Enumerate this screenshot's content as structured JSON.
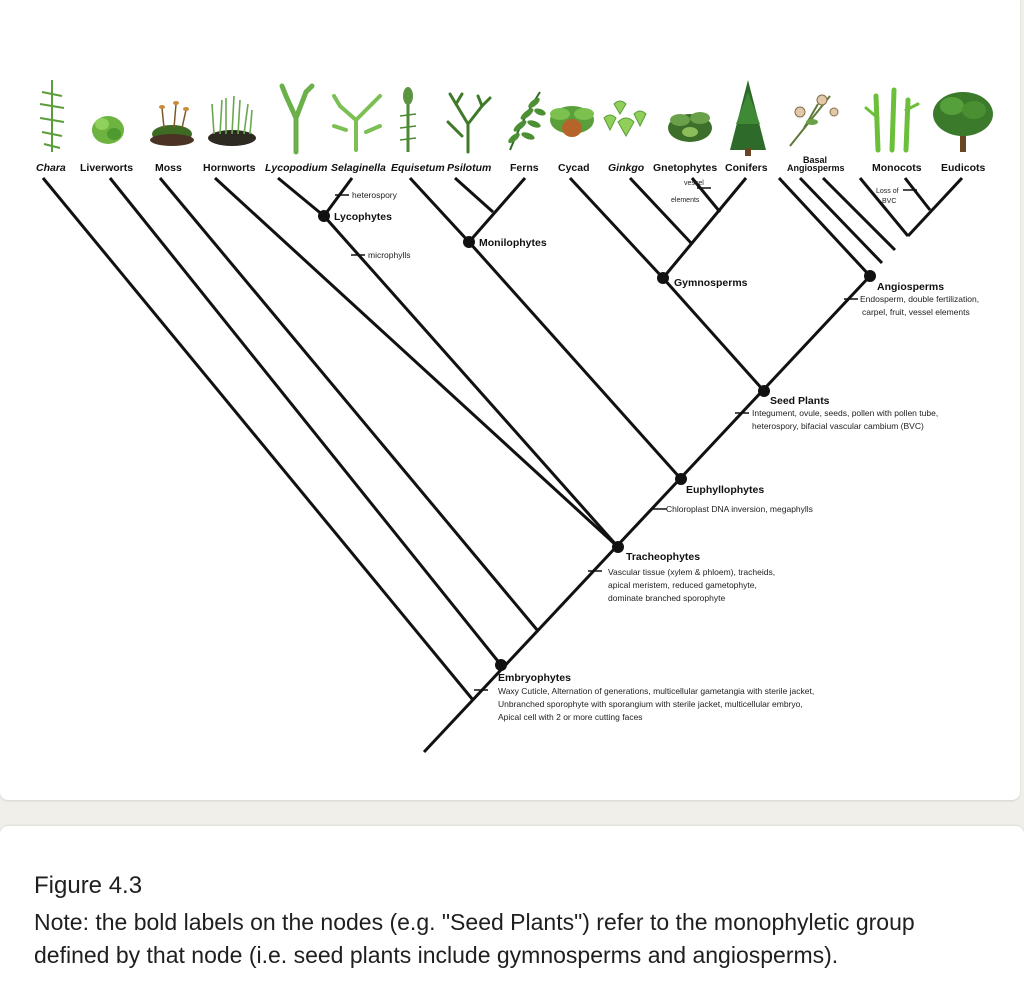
{
  "taxa": {
    "chara": "Chara",
    "liverworts": "Liverworts",
    "moss": "Moss",
    "hornworts": "Hornworts",
    "lycopodium": "Lycopodium",
    "selaginella": "Selaginella",
    "equisetum": "Equisetum",
    "psilotum": "Psilotum",
    "ferns": "Ferns",
    "cycad": "Cycad",
    "ginkgo": "Ginkgo",
    "gnetophytes": "Gnetophytes",
    "conifers": "Conifers",
    "basal_1": "Basal",
    "basal_2": "Angiosperms",
    "monocots": "Monocots",
    "eudicots": "Eudicots"
  },
  "nodes": {
    "lycophytes": "Lycophytes",
    "monilophytes": "Monilophytes",
    "gymnosperms": "Gymnosperms",
    "angiosperms": "Angiosperms",
    "seed_plants": "Seed Plants",
    "euphyllophytes": "Euphyllophytes",
    "tracheophytes": "Tracheophytes",
    "embryophytes": "Embryophytes"
  },
  "traits": {
    "heterospory": "heterospory",
    "microphylls": "microphylls",
    "vessel_1": "vessel",
    "vessel_2": "elements",
    "bvc_1": "Loss of",
    "bvc_2": "BVC",
    "angio_1": "Endosperm, double fertilization,",
    "angio_2": "carpel, fruit, vessel elements",
    "seed_1": "Integument, ovule, seeds, pollen with pollen tube,",
    "seed_2": "heterospory, bifacial vascular cambium (BVC)",
    "euphyll": "Chloroplast DNA inversion, megaphylls",
    "trach_1": "Vascular tissue (xylem & phloem), tracheids,",
    "trach_2": "apical meristem, reduced gametophyte,",
    "trach_3": "dominate branched sporophyte",
    "embryo_1": "Waxy Cuticle, Alternation of generations, multicellular gametangia with sterile jacket,",
    "embryo_2": "Unbranched sporophyte with sporangium with sterile jacket, multicellular embryo,",
    "embryo_3": "Apical cell with 2 or more cutting faces"
  },
  "caption": {
    "title": "Figure 4.3",
    "note": "Note: the bold labels on the nodes (e.g. \"Seed Plants\") refer to the monophyletic group defined by that node (i.e. seed plants include gymnosperms and angiosperms)."
  },
  "colors": {
    "branch": "#111111",
    "plant_green": "#5a9e3a",
    "plant_dark": "#2f6b25",
    "moss_brown": "#4a3324"
  }
}
